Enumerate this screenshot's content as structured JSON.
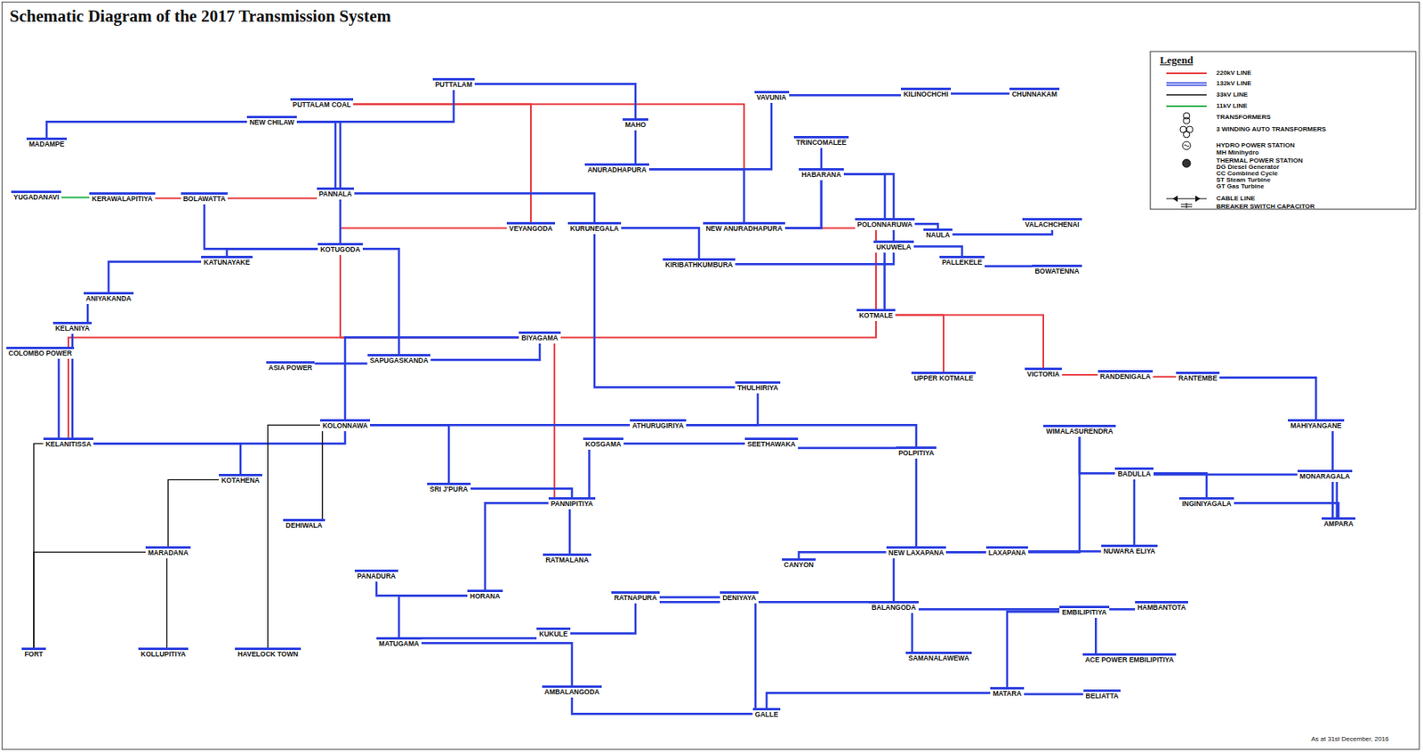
{
  "diagram": {
    "title": "Schematic Diagram of the 2017 Transmission System",
    "nodes": [
      {
        "text": [
          "PUTTALAM COAL"
        ]
      },
      {
        "text": [
          "NEW CHILAW"
        ]
      },
      {
        "text": [
          "PUTTALAM"
        ]
      },
      {
        "text": [
          "MADAMPE"
        ]
      },
      {
        "text": [
          "PANNALA"
        ]
      },
      {
        "text": [
          "MAHO"
        ]
      },
      {
        "text": [
          "ANURADHAPURA"
        ]
      },
      {
        "text": [
          "NEW ANURADHAPURA"
        ]
      },
      {
        "text": [
          "VAVUNIA"
        ]
      },
      {
        "text": [
          "KILINOCHCHI"
        ]
      },
      {
        "text": [
          "CHUNNAKAM"
        ]
      },
      {
        "text": [
          "TRINCOMALEE"
        ]
      },
      {
        "text": [
          "HABARANA"
        ]
      },
      {
        "text": [
          "POLONNARUWA"
        ]
      },
      {
        "text": [
          "NAULA"
        ]
      },
      {
        "text": [
          "VALACHCHENAI"
        ]
      },
      {
        "text": [
          "KURUNEGALA"
        ]
      },
      {
        "text": [
          "VEYANGODA"
        ]
      },
      {
        "text": [
          "KIRIBATHKUMBURA"
        ]
      },
      {
        "text": [
          "UKUWELA"
        ]
      },
      {
        "text": [
          "PALLEKELE"
        ]
      },
      {
        "text": [
          "BOWATENNA"
        ]
      },
      {
        "text": [
          "BOLAWATTA"
        ]
      },
      {
        "text": [
          "KERAWALAPITIYA"
        ]
      },
      {
        "text": [
          "YUGADANAVI"
        ]
      },
      {
        "text": [
          "KOTUGODA"
        ]
      },
      {
        "text": [
          "KATUNAYAKE"
        ]
      },
      {
        "text": [
          "ANIYAKANDA"
        ]
      },
      {
        "text": [
          "KELANIYA"
        ]
      },
      {
        "text": [
          "COLOMBO POWER"
        ]
      },
      {
        "text": [
          "ASIA POWER"
        ]
      },
      {
        "text": [
          "SAPUGASKANDA"
        ]
      },
      {
        "text": [
          "BIYAGAMA"
        ]
      },
      {
        "text": [
          "THULHIRIYA"
        ]
      },
      {
        "text": [
          "ATHURUGIRIYA"
        ]
      },
      {
        "text": [
          "KELANITISSA"
        ]
      },
      {
        "text": [
          "KOLONNAWA"
        ]
      },
      {
        "text": [
          "KOTAHENA"
        ]
      },
      {
        "text": [
          "SRI J'PURA"
        ]
      },
      {
        "text": [
          "PANNIPITIYA"
        ]
      },
      {
        "text": [
          "KOSGAMA"
        ]
      },
      {
        "text": [
          "SEETHAWAKA"
        ]
      },
      {
        "text": [
          "POLPITIYA"
        ]
      },
      {
        "text": [
          "KOTMALE"
        ]
      },
      {
        "text": [
          "UPPER KOTMALE"
        ]
      },
      {
        "text": [
          "VICTORIA"
        ]
      },
      {
        "text": [
          "RANDENIGALA"
        ]
      },
      {
        "text": [
          "RANTEMBE"
        ]
      },
      {
        "text": [
          "MAHIYANGANE"
        ]
      },
      {
        "text": [
          "WIMALASURENDRA"
        ]
      },
      {
        "text": [
          "BADULLA"
        ]
      },
      {
        "text": [
          "MONARAGALA"
        ]
      },
      {
        "text": [
          "INGINIYAGALA"
        ]
      },
      {
        "text": [
          "AMPARA"
        ]
      },
      {
        "text": [
          "NEW LAXAPANA"
        ]
      },
      {
        "text": [
          "LAXAPANA"
        ]
      },
      {
        "text": [
          "NUWARA ELIYA"
        ]
      },
      {
        "text": [
          "CANYON"
        ]
      },
      {
        "text": [
          "RATMALANA"
        ]
      },
      {
        "text": [
          "DEHIWALA"
        ]
      },
      {
        "text": [
          "MARADANA"
        ]
      },
      {
        "text": [
          "PANADURA"
        ]
      },
      {
        "text": [
          "FORT"
        ]
      },
      {
        "text": [
          "KOLLUPITIYA"
        ]
      },
      {
        "text": [
          "HAVELOCK TOWN"
        ]
      },
      {
        "text": [
          "HORANA"
        ]
      },
      {
        "text": [
          "MATUGAMA"
        ]
      },
      {
        "text": [
          "KUKULE"
        ]
      },
      {
        "text": [
          "AMBALANGODA"
        ]
      },
      {
        "text": [
          "RATNAPURA"
        ]
      },
      {
        "text": [
          "DENIYAYA"
        ]
      },
      {
        "text": [
          "GALLE"
        ]
      },
      {
        "text": [
          "BALANGODA"
        ]
      },
      {
        "text": [
          "SAMANALAWEWA"
        ]
      },
      {
        "text": [
          "EMBILIPITIYA"
        ]
      },
      {
        "text": [
          "HAMBANTOTA"
        ]
      },
      {
        "text": [
          "ACE POWER EMBILIPITIYA"
        ]
      },
      {
        "text": [
          "MATARA"
        ]
      },
      {
        "text": [
          "BELIATTA"
        ]
      }
    ],
    "edges": [
      {
        "from": 0,
        "to": 7,
        "arrow": "none"
      },
      {
        "from": 0,
        "to": 17,
        "arrow": "none"
      },
      {
        "from": 17,
        "to": 25,
        "arrow": "none"
      },
      {
        "from": 23,
        "to": 25,
        "arrow": "none"
      },
      {
        "from": 7,
        "to": 43,
        "arrow": "none"
      },
      {
        "from": 43,
        "to": 45,
        "arrow": "none"
      },
      {
        "from": 45,
        "to": 46,
        "arrow": "none"
      },
      {
        "from": 46,
        "to": 47,
        "arrow": "none"
      },
      {
        "from": 43,
        "to": 44,
        "arrow": "none"
      },
      {
        "from": 32,
        "to": 25,
        "arrow": "none"
      },
      {
        "from": 32,
        "to": 35,
        "arrow": "none"
      },
      {
        "from": 32,
        "to": 39,
        "arrow": "none"
      },
      {
        "from": 32,
        "to": 43,
        "arrow": "none"
      },
      {
        "from": 1,
        "to": 3,
        "arrow": "none"
      },
      {
        "from": 1,
        "to": 2,
        "arrow": "none"
      },
      {
        "from": 1,
        "to": 4,
        "arrow": "none"
      },
      {
        "from": 1,
        "to": 25,
        "arrow": "none"
      },
      {
        "from": 2,
        "to": 5,
        "arrow": "none"
      },
      {
        "from": 5,
        "to": 6,
        "arrow": "none"
      },
      {
        "from": 6,
        "to": 7,
        "arrow": "none"
      },
      {
        "from": 6,
        "to": 8,
        "arrow": "none"
      },
      {
        "from": 8,
        "to": 9,
        "arrow": "none"
      },
      {
        "from": 9,
        "to": 10,
        "arrow": "none"
      },
      {
        "from": 7,
        "to": 11,
        "arrow": "none"
      },
      {
        "from": 7,
        "to": 12,
        "arrow": "none"
      },
      {
        "from": 12,
        "to": 13,
        "arrow": "none"
      },
      {
        "from": 13,
        "to": 14,
        "arrow": "none"
      },
      {
        "from": 14,
        "to": 15,
        "arrow": "none"
      },
      {
        "from": 12,
        "to": 19,
        "arrow": "none"
      },
      {
        "from": 16,
        "to": 18,
        "arrow": "none"
      },
      {
        "from": 18,
        "to": 19,
        "arrow": "none"
      },
      {
        "from": 4,
        "to": 16,
        "arrow": "none"
      },
      {
        "from": 19,
        "to": 20,
        "arrow": "none"
      },
      {
        "from": 20,
        "to": 21,
        "arrow": "none"
      },
      {
        "from": 19,
        "to": 43,
        "arrow": "none"
      },
      {
        "from": 25,
        "to": 22,
        "arrow": "none"
      },
      {
        "from": 25,
        "to": 26,
        "arrow": "none"
      },
      {
        "from": 25,
        "to": 31,
        "arrow": "none"
      },
      {
        "from": 26,
        "to": 27,
        "arrow": "none"
      },
      {
        "from": 27,
        "to": 28,
        "arrow": "none"
      },
      {
        "from": 28,
        "to": 35,
        "arrow": "none"
      },
      {
        "from": 29,
        "to": 35,
        "arrow": "none"
      },
      {
        "from": 31,
        "to": 30,
        "arrow": "none"
      },
      {
        "from": 31,
        "to": 32,
        "arrow": "none"
      },
      {
        "from": 32,
        "to": 36,
        "arrow": "none"
      },
      {
        "from": 35,
        "to": 36,
        "arrow": "none"
      },
      {
        "from": 35,
        "to": 37,
        "arrow": "none"
      },
      {
        "from": 36,
        "to": 38,
        "arrow": "none"
      },
      {
        "from": 36,
        "to": 34,
        "arrow": "none"
      },
      {
        "from": 34,
        "to": 33,
        "arrow": "none"
      },
      {
        "from": 33,
        "to": 16,
        "arrow": "none"
      },
      {
        "from": 34,
        "to": 42,
        "arrow": "none"
      },
      {
        "from": 38,
        "to": 39,
        "arrow": "none"
      },
      {
        "from": 39,
        "to": 40,
        "arrow": "none"
      },
      {
        "from": 40,
        "to": 41,
        "arrow": "none"
      },
      {
        "from": 41,
        "to": 42,
        "arrow": "none"
      },
      {
        "from": 42,
        "to": 54,
        "arrow": "none"
      },
      {
        "from": 54,
        "to": 55,
        "arrow": "none"
      },
      {
        "from": 54,
        "to": 57,
        "arrow": "none"
      },
      {
        "from": 55,
        "to": 49,
        "arrow": "none"
      },
      {
        "from": 55,
        "to": 56,
        "arrow": "none"
      },
      {
        "from": 55,
        "to": 72,
        "arrow": "none"
      },
      {
        "from": 56,
        "to": 50,
        "arrow": "none"
      },
      {
        "from": 50,
        "to": 52,
        "arrow": "none"
      },
      {
        "from": 50,
        "to": 51,
        "arrow": "none"
      },
      {
        "from": 51,
        "to": 53,
        "arrow": "none"
      },
      {
        "from": 52,
        "to": 53,
        "arrow": "none"
      },
      {
        "from": 47,
        "to": 48,
        "arrow": "none"
      },
      {
        "from": 48,
        "to": 53,
        "arrow": "none"
      },
      {
        "from": 39,
        "to": 58,
        "arrow": "none"
      },
      {
        "from": 39,
        "to": 65,
        "arrow": "none"
      },
      {
        "from": 65,
        "to": 61,
        "arrow": "none"
      },
      {
        "from": 65,
        "to": 66,
        "arrow": "none"
      },
      {
        "from": 66,
        "to": 67,
        "arrow": "none"
      },
      {
        "from": 67,
        "to": 69,
        "arrow": "none"
      },
      {
        "from": 69,
        "to": 72,
        "arrow": "none"
      },
      {
        "from": 69,
        "to": 70,
        "arrow": "none"
      },
      {
        "from": 70,
        "to": 71,
        "arrow": "none"
      },
      {
        "from": 72,
        "to": 73,
        "arrow": "none"
      },
      {
        "from": 72,
        "to": 74,
        "arrow": "none"
      },
      {
        "from": 74,
        "to": 75,
        "arrow": "none"
      },
      {
        "from": 74,
        "to": 76,
        "arrow": "none"
      },
      {
        "from": 74,
        "to": 77,
        "arrow": "none"
      },
      {
        "from": 77,
        "to": 78,
        "arrow": "none"
      },
      {
        "from": 77,
        "to": 71,
        "arrow": "none"
      },
      {
        "from": 71,
        "to": 68,
        "arrow": "none"
      },
      {
        "from": 66,
        "to": 68,
        "arrow": "none"
      },
      {
        "from": 50,
        "to": 49,
        "arrow": "none"
      },
      {
        "from": 35,
        "to": 62,
        "arrow": "none"
      },
      {
        "from": 37,
        "to": 60,
        "arrow": "none"
      },
      {
        "from": 60,
        "to": 63,
        "arrow": "none"
      },
      {
        "from": 60,
        "to": 62,
        "arrow": "none"
      },
      {
        "from": 36,
        "to": 64,
        "arrow": "none"
      },
      {
        "from": 36,
        "to": 59,
        "arrow": "none"
      },
      {
        "from": 24,
        "to": 23,
        "arrow": "none"
      }
    ],
    "labels": [
      "Legend",
      "As at 31st December, 2016"
    ],
    "legend": [
      {
        "text": "220kV LINE"
      },
      {
        "text": "132kV LINE"
      },
      {
        "text": "33kV LINE"
      },
      {
        "text": "11kV LINE"
      },
      {
        "text": "TRANSFORMERS"
      },
      {
        "text": "3 WINDING AUTO TRANSFORMERS"
      },
      {
        "text": "HYDRO POWER STATION"
      },
      {
        "text": "MH Minihydro"
      },
      {
        "text": "THERMAL POWER STATION"
      },
      {
        "text": "DG Diesel Generator"
      },
      {
        "text": "CC Combined Cycle"
      },
      {
        "text": "ST Steam Turbine"
      },
      {
        "text": "GT Gas Turbine"
      },
      {
        "text": "CABLE LINE"
      },
      {
        "text": "BREAKER SWITCH CAPACITOR"
      }
    ]
  }
}
